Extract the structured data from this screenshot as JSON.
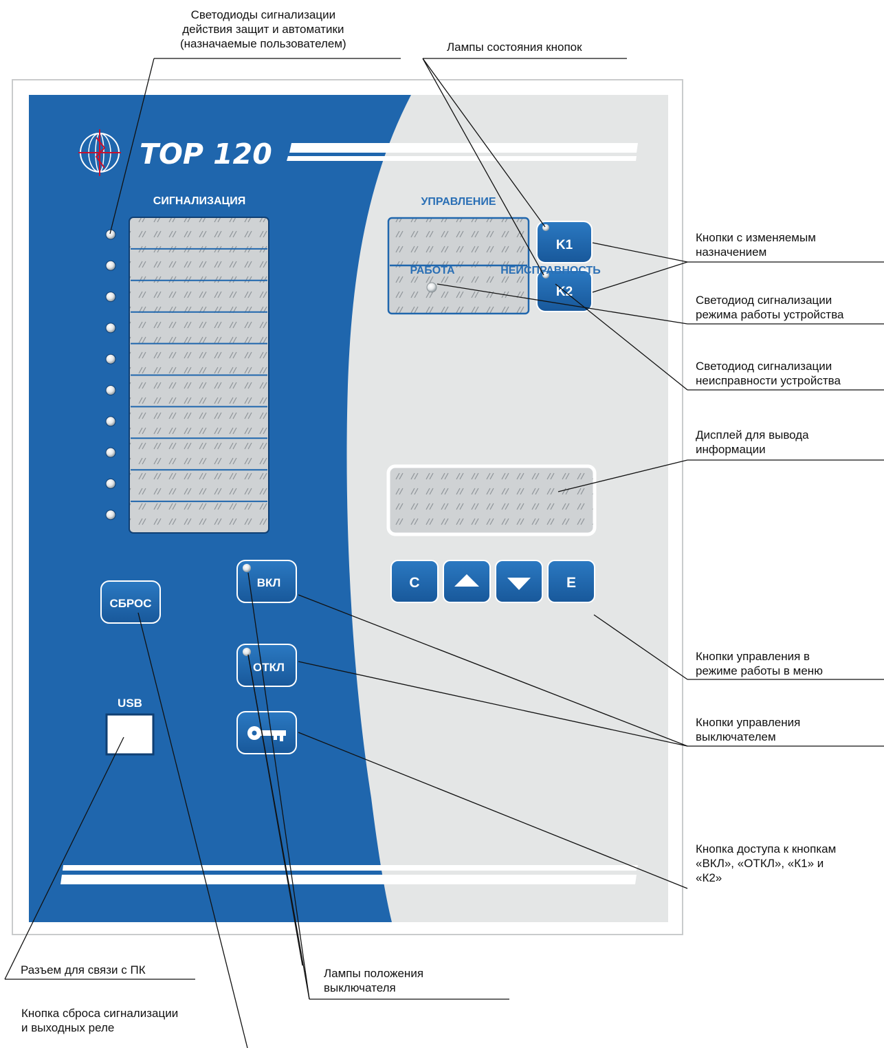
{
  "device": {
    "model": "TOP 120",
    "signal_section_title": "СИГНАЛИЗАЦИЯ",
    "control_section_title": "УПРАВЛЕНИЕ",
    "status_work_label": "РАБОТА",
    "status_fault_label": "НЕИСПРАВНОСТЬ",
    "usb_label": "USB",
    "buttons": {
      "k1": "K1",
      "k2": "K2",
      "reset": "СБРОС",
      "on": "ВКЛ",
      "off": "ОТКЛ",
      "menu_c": "C",
      "menu_up": "arrow-up-icon",
      "menu_down": "arrow-down-icon",
      "menu_e": "E",
      "access": "key-icon"
    },
    "signal_led_count": 10,
    "colors": {
      "panel_blue": "#1f66ad",
      "panel_gray": "#e4e6e6",
      "label_blue": "#2a6fb5",
      "button_blue": "#1f66ad"
    }
  },
  "callouts": {
    "signal_leds": "Светодиоды сигнализации\nдействия защит и автоматики\n(назначаемые пользователем)",
    "button_lamps": "Лампы состояния кнопок",
    "assignable_buttons": "Кнопки с изменяемым\nназначением",
    "mode_led": "Светодиод сигнализации\nрежима работы устройства",
    "fault_led": "Светодиод сигнализации\nнеисправности устройства",
    "display": "Дисплей для вывода\nинформации",
    "menu_buttons": "Кнопки управления в\nрежиме работы в меню",
    "breaker_buttons": "Кнопки управления\nвыключателем",
    "access_button": "Кнопка доступа к кнопкам\n«ВКЛ», «ОТКЛ», «К1» и\n«К2»",
    "usb_connector": "Разъем  для связи с ПК",
    "breaker_lamps": "Лампы положения\nвыключателя",
    "reset_button": "Кнопка сброса сигнализации\nи выходных реле"
  }
}
